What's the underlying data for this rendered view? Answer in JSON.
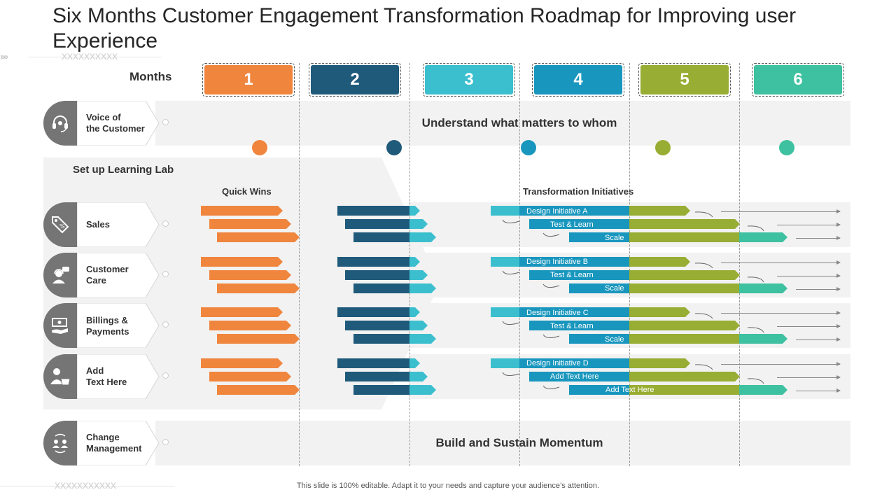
{
  "title": "Six Months Customer Engagement Transformation Roadmap for Improving user Experience",
  "decor": {
    "arrows": "›››››",
    "x_top": "XXXXXXXXXX",
    "x_bottom": "XXXXXXXXXXX"
  },
  "months": {
    "label": "Months",
    "items": [
      {
        "label": "1",
        "color": "#f0853e"
      },
      {
        "label": "2",
        "color": "#1f5a7a"
      },
      {
        "label": "3",
        "color": "#3bbfce"
      },
      {
        "label": "4",
        "color": "#1896be"
      },
      {
        "label": "5",
        "color": "#98ad33"
      },
      {
        "label": "6",
        "color": "#3ec1a0"
      }
    ]
  },
  "bands": {
    "voice": "Understand what matters to whom",
    "change": "Build and Sustain Momentum"
  },
  "lab": {
    "heading": "Set up Learning Lab",
    "quick_wins": "Quick Wins",
    "transformation": "Transformation Initiatives"
  },
  "rows": {
    "voice": {
      "label_1": "Voice of",
      "label_2": "the Customer",
      "icon": "headset-icon"
    },
    "sales": {
      "label_1": "Sales",
      "label_2": "",
      "icon": "price-tag-icon"
    },
    "care": {
      "label_1": "Customer",
      "label_2": "Care",
      "icon": "support-agent-icon"
    },
    "billing": {
      "label_1": "Billings &",
      "label_2": "Payments",
      "icon": "cash-hand-icon"
    },
    "add": {
      "label_1": "Add",
      "label_2": "Text Here",
      "icon": "user-basket-icon"
    },
    "change": {
      "label_1": "Change",
      "label_2": "Management",
      "icon": "people-cycle-icon"
    }
  },
  "initiatives": [
    {
      "design": "Design Initiative A",
      "test": "Test & Learn",
      "scale": "Scale"
    },
    {
      "design": "Design Initiative B",
      "test": "Test & Learn",
      "scale": "Scale"
    },
    {
      "design": "Design Initiative C",
      "test": "Test & Learn",
      "scale": "Scale"
    },
    {
      "design": "Design Initiative D",
      "test": "Add Text Here",
      "scale": "Add Text Here"
    }
  ],
  "footer": "This slide is 100% editable. Adapt it to your needs and capture your audience’s attention."
}
